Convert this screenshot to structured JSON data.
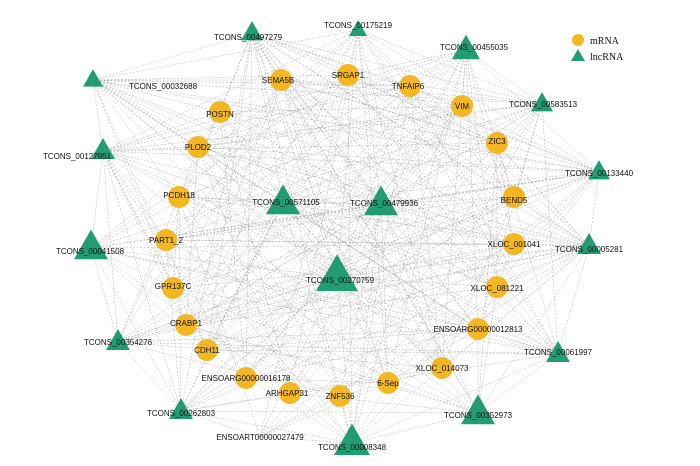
{
  "colors": {
    "mrna": "#F2B722",
    "lncrna": "#229C73",
    "edge": "#8a8a8a"
  },
  "legend": [
    {
      "label": "mRNA",
      "shape": "circle"
    },
    {
      "label": "lncRNA",
      "shape": "triangle"
    }
  ],
  "nodes": [
    {
      "id": "TCONS_00497279",
      "type": "lncRNA"
    },
    {
      "id": "TCONS_00175219",
      "type": "lncRNA"
    },
    {
      "id": "TCONS_00455035",
      "type": "lncRNA"
    },
    {
      "id": "TCONS_00032688",
      "type": "lncRNA"
    },
    {
      "id": "TCONS_00583513",
      "type": "lncRNA"
    },
    {
      "id": "TCONS_00127951",
      "type": "lncRNA"
    },
    {
      "id": "TCONS_00133440",
      "type": "lncRNA"
    },
    {
      "id": "TCONS_00571105",
      "type": "lncRNA"
    },
    {
      "id": "TCONS_00479936",
      "type": "lncRNA"
    },
    {
      "id": "TCONS_00041508",
      "type": "lncRNA"
    },
    {
      "id": "TCONS_00005281",
      "type": "lncRNA"
    },
    {
      "id": "TCONS_00270759",
      "type": "lncRNA"
    },
    {
      "id": "TCONS_00354276",
      "type": "lncRNA"
    },
    {
      "id": "TCONS_00061997",
      "type": "lncRNA"
    },
    {
      "id": "TCONS_00262803",
      "type": "lncRNA"
    },
    {
      "id": "TCONS_00352973",
      "type": "lncRNA"
    },
    {
      "id": "TCONS_00008348",
      "type": "lncRNA"
    },
    {
      "id": "SEMA5B",
      "type": "mRNA"
    },
    {
      "id": "SRGAP1",
      "type": "mRNA"
    },
    {
      "id": "TNFAIP6",
      "type": "mRNA"
    },
    {
      "id": "VIM",
      "type": "mRNA"
    },
    {
      "id": "POSTN",
      "type": "mRNA"
    },
    {
      "id": "PLOD2",
      "type": "mRNA"
    },
    {
      "id": "ZIC3",
      "type": "mRNA"
    },
    {
      "id": "PCDH18",
      "type": "mRNA"
    },
    {
      "id": "BEND5",
      "type": "mRNA"
    },
    {
      "id": "PART1_2",
      "type": "mRNA"
    },
    {
      "id": "XLOC_001041",
      "type": "mRNA"
    },
    {
      "id": "XLOC_081221",
      "type": "mRNA"
    },
    {
      "id": "GPR137C",
      "type": "mRNA"
    },
    {
      "id": "CRABP1",
      "type": "mRNA"
    },
    {
      "id": "ENSOARG00000012813",
      "type": "mRNA"
    },
    {
      "id": "CDH11",
      "type": "mRNA"
    },
    {
      "id": "XLOC_014073",
      "type": "mRNA"
    },
    {
      "id": "ENSOARG00000016178",
      "type": "mRNA"
    },
    {
      "id": "ARHGAP31",
      "type": "mRNA"
    },
    {
      "id": "6-Sep",
      "type": "mRNA"
    },
    {
      "id": "ZNF536",
      "type": "mRNA"
    },
    {
      "id": "ENSOART00000027479",
      "type": "mRNA"
    }
  ]
}
